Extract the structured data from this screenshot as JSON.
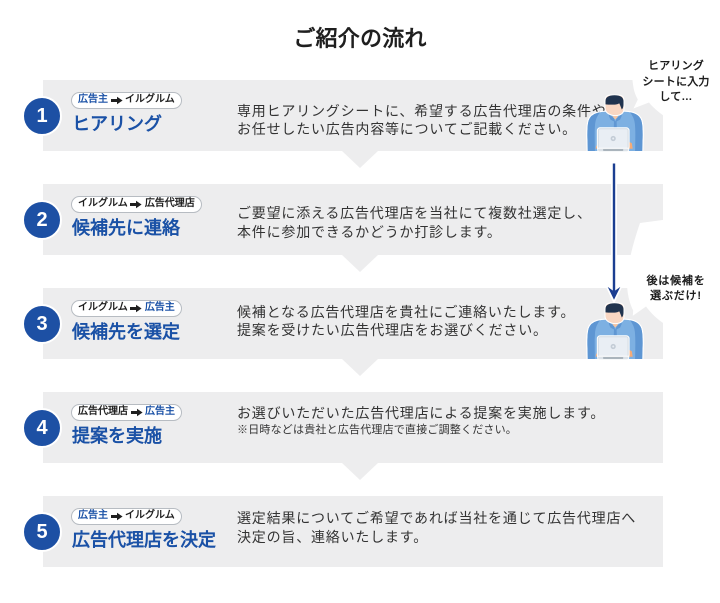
{
  "page": {
    "title": "ご紹介の流れ"
  },
  "colors": {
    "accent_blue": "#1a51a6",
    "circle_blue": "#1d50a4",
    "bar_gray": "#ededee",
    "arrow_blue": "#1b3e91",
    "badge_border": "#b7bcc2",
    "body_text": "#333333",
    "speech_text": "#1c1c1c"
  },
  "steps": [
    {
      "number": "1",
      "badge": {
        "from": "広告主",
        "to": "イルグルム",
        "from_highlight": true,
        "to_highlight": false
      },
      "title": "ヒアリング",
      "description": [
        "専用ヒアリングシートに、希望する広告代理店の条件や",
        "お任せしたい広告内容等についてご記載ください。"
      ]
    },
    {
      "number": "2",
      "badge": {
        "from": "イルグルム",
        "to": "広告代理店",
        "from_highlight": false,
        "to_highlight": false
      },
      "title": "候補先に連絡",
      "description": [
        "ご要望に添える広告代理店を当社にて複数社選定し、",
        "本件に参加できるかどうか打診します。"
      ]
    },
    {
      "number": "3",
      "badge": {
        "from": "イルグルム",
        "to": "広告主",
        "from_highlight": false,
        "to_highlight": true
      },
      "title": "候補先を選定",
      "description": [
        "候補となる広告代理店を貴社にご連絡いたします。",
        "提案を受けたい広告代理店をお選びください。"
      ]
    },
    {
      "number": "4",
      "badge": {
        "from": "広告代理店",
        "to": "広告主",
        "from_highlight": false,
        "to_highlight": true
      },
      "title": "提案を実施",
      "description": [
        "お選びいただいた広告代理店による提案を実施します。",
        "※日時などは貴社と広告代理店で直接ご調整ください。"
      ]
    },
    {
      "number": "5",
      "badge": {
        "from": "広告主",
        "to": "イルグルム",
        "from_highlight": true,
        "to_highlight": false
      },
      "title": "広告代理店を決定",
      "description": [
        "選定結果についてご希望であれば当社を通じて広告代理店へ",
        "決定の旨、連絡いたします。"
      ]
    }
  ],
  "speech_bubbles": {
    "bubble1": {
      "lines": [
        "ヒアリング",
        "シートに入力",
        "して…"
      ]
    },
    "bubble2": {
      "lines": [
        "後は候補を",
        "選ぶだけ!"
      ]
    }
  },
  "illustrations": {
    "person1": "person-at-laptop",
    "person2": "person-at-laptop"
  }
}
